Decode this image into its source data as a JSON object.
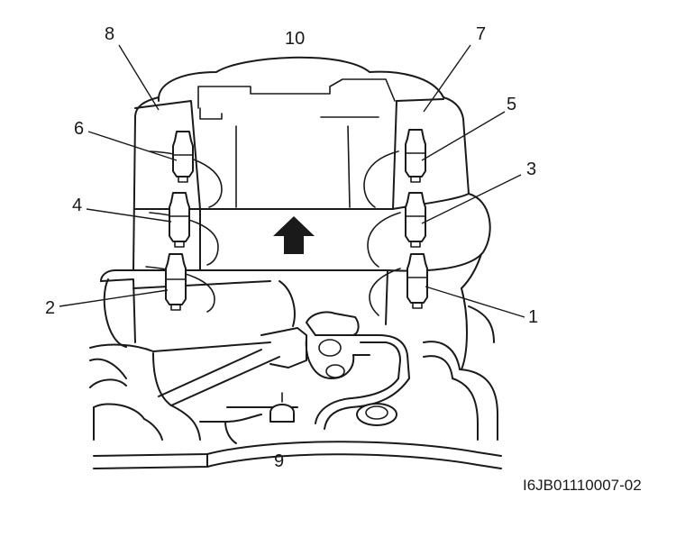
{
  "figure_code": "I6JB01110007-02",
  "callouts": {
    "c1": "1",
    "c2": "2",
    "c3": "3",
    "c4": "4",
    "c5": "5",
    "c6": "6",
    "c7": "7",
    "c8": "8",
    "c9": "9",
    "c10": "10"
  },
  "icons": {
    "direction": "arrow-up-icon"
  }
}
